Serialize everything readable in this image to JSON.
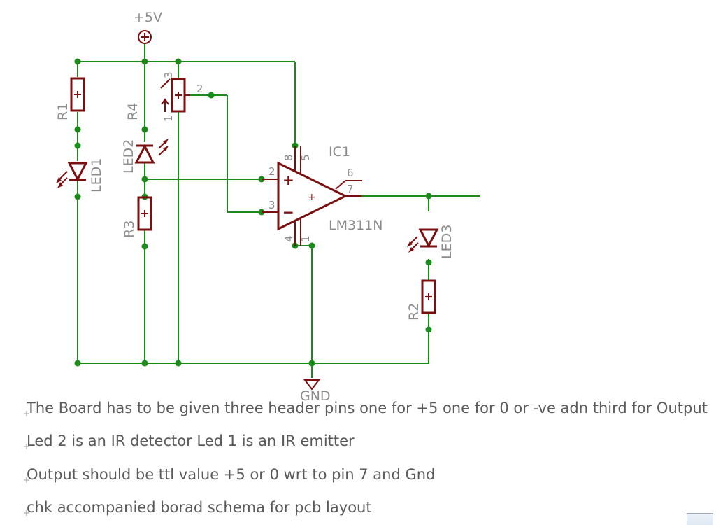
{
  "supply": {
    "label": "+5V"
  },
  "ground": {
    "label": "GND"
  },
  "resistors": {
    "r1": "R1",
    "r2": "R2",
    "r3": "R3",
    "r4": "R4"
  },
  "leds": {
    "led1": "LED1",
    "led2": "LED2",
    "led3": "LED3"
  },
  "ic": {
    "name": "IC1",
    "part": "LM311N",
    "pins": {
      "p1": "1",
      "p2": "2",
      "p3": "3",
      "p4": "4",
      "p5": "5",
      "p6": "6",
      "p7": "7",
      "p8": "8"
    },
    "plus": "+",
    "minus": "−",
    "center": "+"
  },
  "pot": {
    "pin1": "1",
    "pin2": "2",
    "pin3": "3"
  },
  "notes": [
    "The Board has to be given three header pins one for +5 one for 0 or -ve adn third for Output",
    "Led 2 is an IR detector Led 1 is an IR emitter",
    "Output should be ttl value +5 or 0 wrt to pin 7 and Gnd",
    "chk accompanied borad schema for pcb layout"
  ],
  "colors": {
    "wire": "#1a8a1a",
    "part": "#7a0f0f",
    "label": "#8c8c8c"
  }
}
